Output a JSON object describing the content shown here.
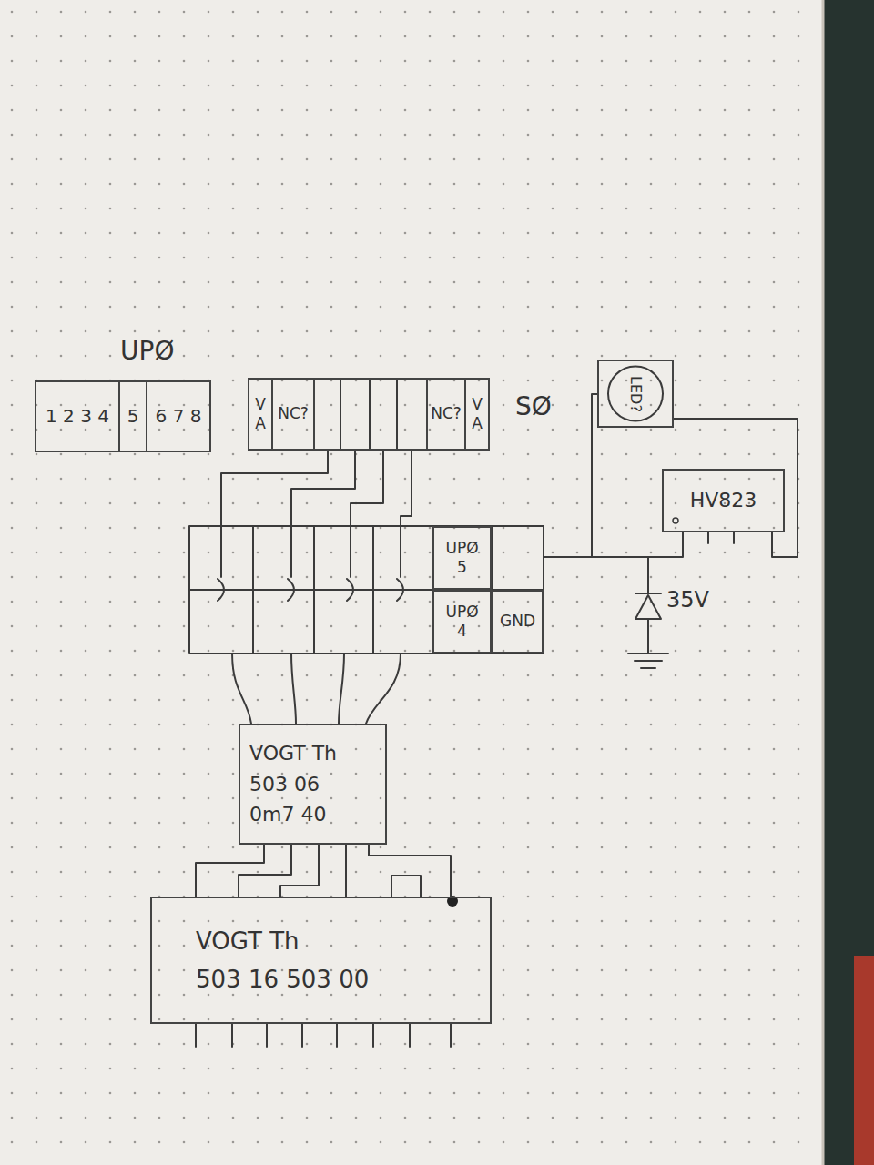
{
  "diagram": {
    "nodes": [
      {
        "text": [
          "UPØ"
        ]
      },
      {
        "text": [
          "1 2 3 4"
        ],
        "in": 0
      },
      {
        "text": [
          "5"
        ],
        "in": 0
      },
      {
        "text": [
          "6 7 8"
        ],
        "in": 0
      },
      {
        "text": [
          "SØ"
        ]
      },
      {
        "text": [
          "V A"
        ],
        "in": 4
      },
      {
        "text": [
          "NC?"
        ],
        "in": 4
      },
      {
        "text": [
          "NC?"
        ],
        "in": 4
      },
      {
        "text": [
          "V A"
        ],
        "in": 4
      },
      {
        "text": [
          "LED?"
        ]
      },
      {
        "text": [
          "HV823"
        ]
      },
      {
        "text": [
          "UPØ 5"
        ]
      },
      {
        "text": [
          "UPØ 4"
        ]
      },
      {
        "text": [
          "GND"
        ]
      },
      {
        "text": [
          "VOGT Th",
          "503 06",
          "0m7 40"
        ]
      },
      {
        "text": [
          "VOGT Th",
          "503 16 503 00"
        ]
      }
    ],
    "edges": [
      {
        "from": 9,
        "to": 10,
        "arrow": "none"
      },
      {
        "from": 14,
        "to": 15,
        "arrow": "none"
      }
    ],
    "labels": [
      "35V"
    ]
  }
}
